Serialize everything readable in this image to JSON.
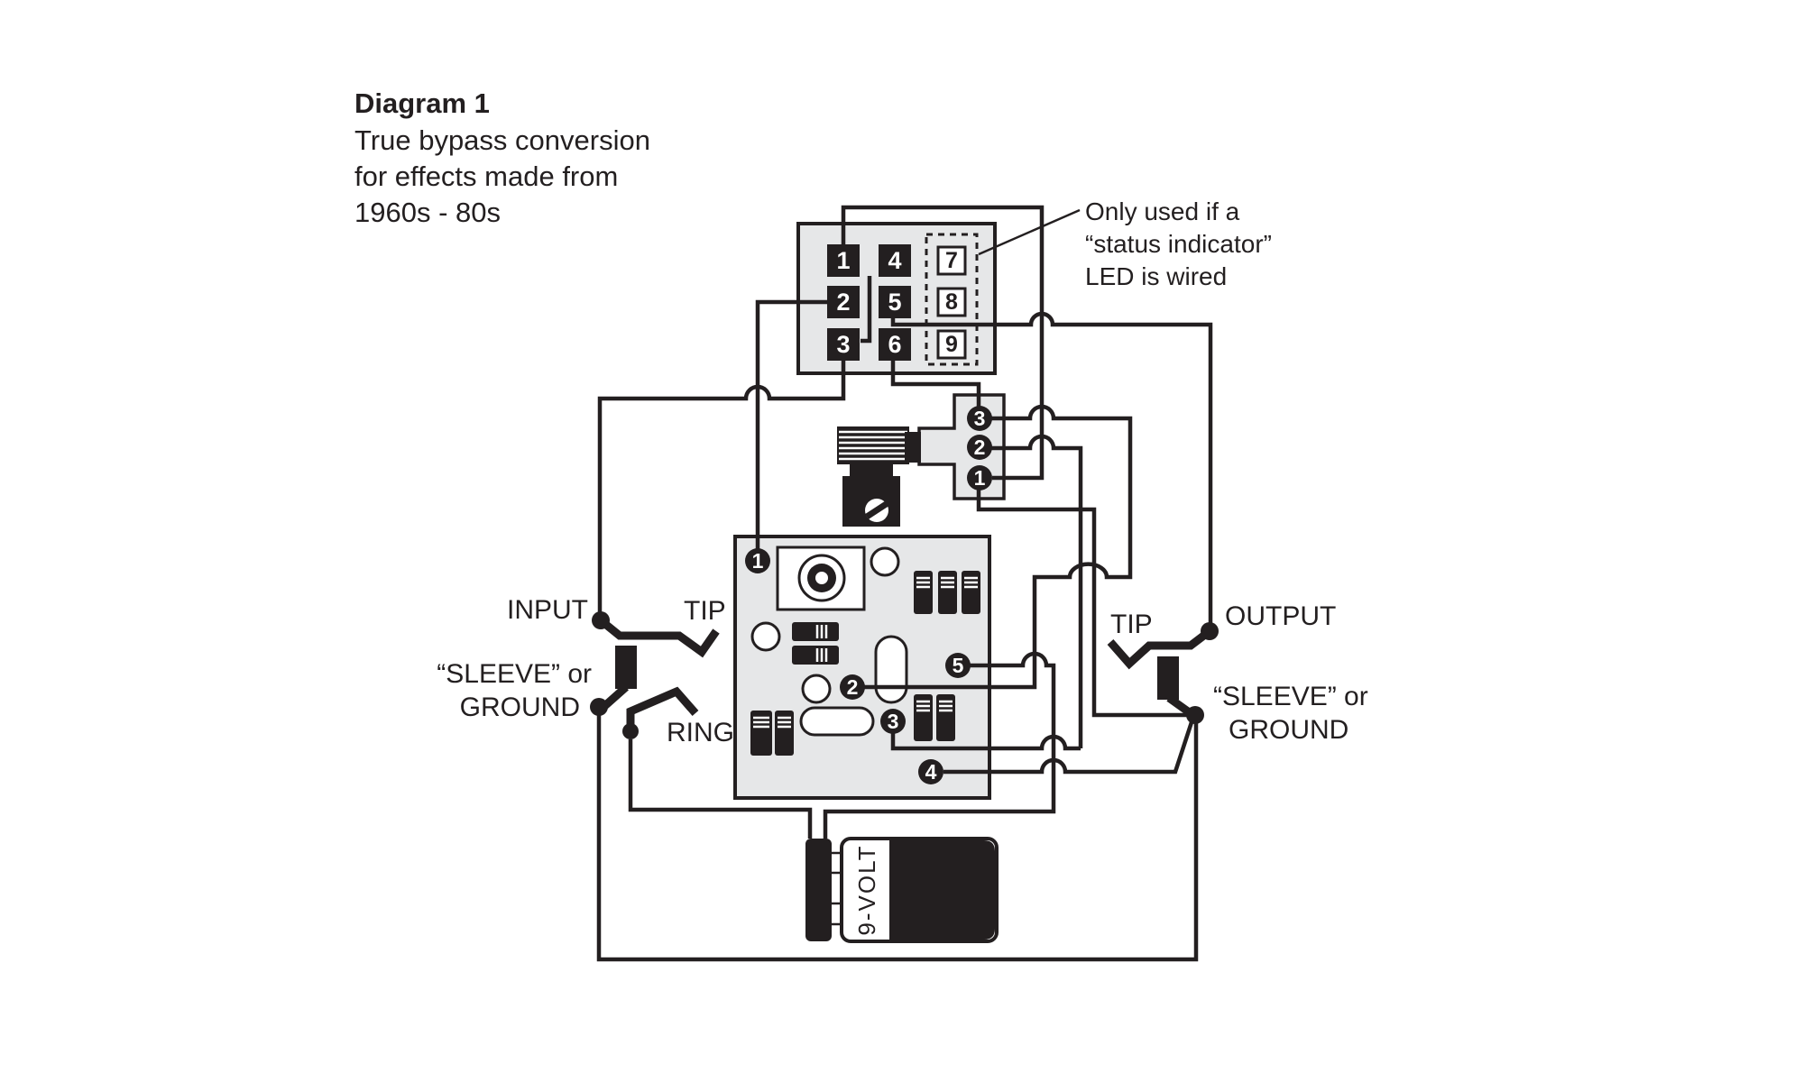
{
  "title": {
    "heading": "Diagram 1",
    "line1": "True bypass conversion",
    "line2": "for effects made from",
    "line3": "1960s - 80s"
  },
  "annotation": {
    "line1": "Only used if a",
    "line2": "“status indicator”",
    "line3": "LED is wired"
  },
  "switch": {
    "lugs": [
      "1",
      "2",
      "3",
      "4",
      "5",
      "6"
    ],
    "led_lugs": [
      "7",
      "8",
      "9"
    ]
  },
  "pot": {
    "lugs": [
      "3",
      "2",
      "1"
    ]
  },
  "board": {
    "points": [
      "1",
      "2",
      "3",
      "4",
      "5"
    ]
  },
  "jacks": {
    "input": {
      "label": "INPUT",
      "tip": "TIP",
      "sleeve_line1": "“SLEEVE” or",
      "sleeve_line2": "GROUND",
      "ring": "RING"
    },
    "output": {
      "label": "OUTPUT",
      "tip": "TIP",
      "sleeve_line1": "“SLEEVE” or",
      "sleeve_line2": "GROUND"
    }
  },
  "battery": {
    "label": "9-VOLT"
  },
  "colors": {
    "ink": "#231f20",
    "panel_gray": "#e6e7e8",
    "background": "#ffffff"
  }
}
